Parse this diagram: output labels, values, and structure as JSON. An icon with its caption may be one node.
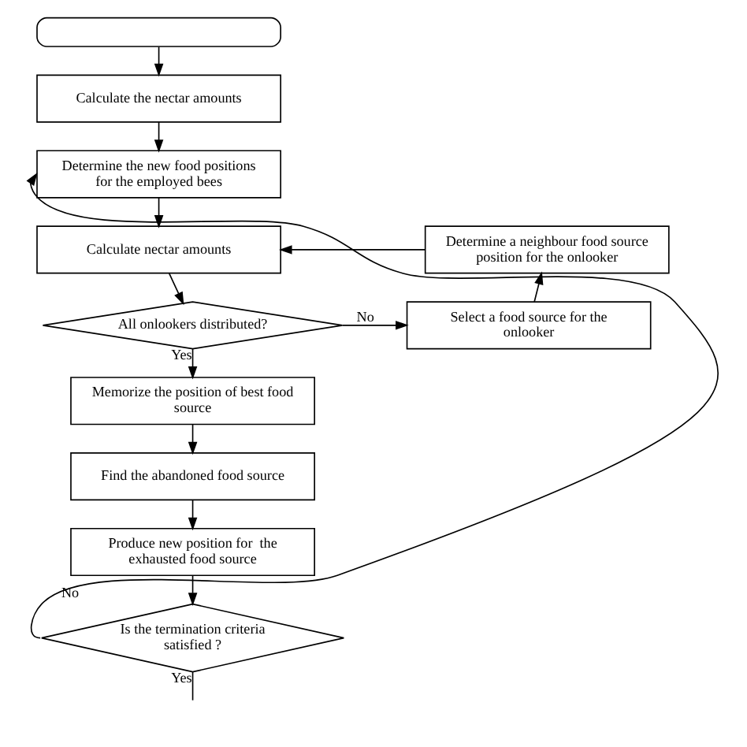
{
  "diagram": {
    "nodes": [
      {
        "text": [],
        "shape": "box"
      },
      {
        "text": [
          "Calculate the nectar amounts"
        ]
      },
      {
        "text": [
          "Determine the new food positions for the employed bees"
        ]
      },
      {
        "text": [
          "Calculate nectar amounts"
        ]
      },
      {
        "text": [
          "All onlookers distributed?"
        ]
      },
      {
        "text": [
          "Determine a neighbour food source position for the onlooker"
        ]
      },
      {
        "text": [
          "Select a food source for the onlooker"
        ]
      },
      {
        "text": [
          "Memorize the position of best food source"
        ]
      },
      {
        "text": [
          "Find the abandoned food source"
        ]
      },
      {
        "text": [
          "Produce new position for  the exhausted food source"
        ]
      },
      {
        "text": [
          "Is the termination criteria satisfied ?"
        ]
      }
    ],
    "edges": [
      {
        "from": 0,
        "to": 1,
        "arrow": "to"
      },
      {
        "from": 1,
        "to": 2,
        "arrow": "to"
      },
      {
        "from": 2,
        "to": 3,
        "arrow": "to"
      },
      {
        "from": 3,
        "to": 4,
        "arrow": "to"
      },
      {
        "from": 4,
        "to": 6,
        "arrow": "to",
        "label": "No"
      },
      {
        "from": 6,
        "to": 5,
        "arrow": "to"
      },
      {
        "from": 5,
        "to": 3,
        "arrow": "to"
      },
      {
        "from": 4,
        "to": 7,
        "arrow": "to",
        "label": "Yes"
      },
      {
        "from": 7,
        "to": 8,
        "arrow": "to"
      },
      {
        "from": 8,
        "to": 9,
        "arrow": "to"
      },
      {
        "from": 9,
        "to": 10,
        "arrow": "to"
      },
      {
        "from": 10,
        "to": 2,
        "arrow": "to",
        "label": "No"
      },
      {
        "from": 10,
        "to": null,
        "arrow": "none",
        "label": "Yes"
      }
    ]
  }
}
